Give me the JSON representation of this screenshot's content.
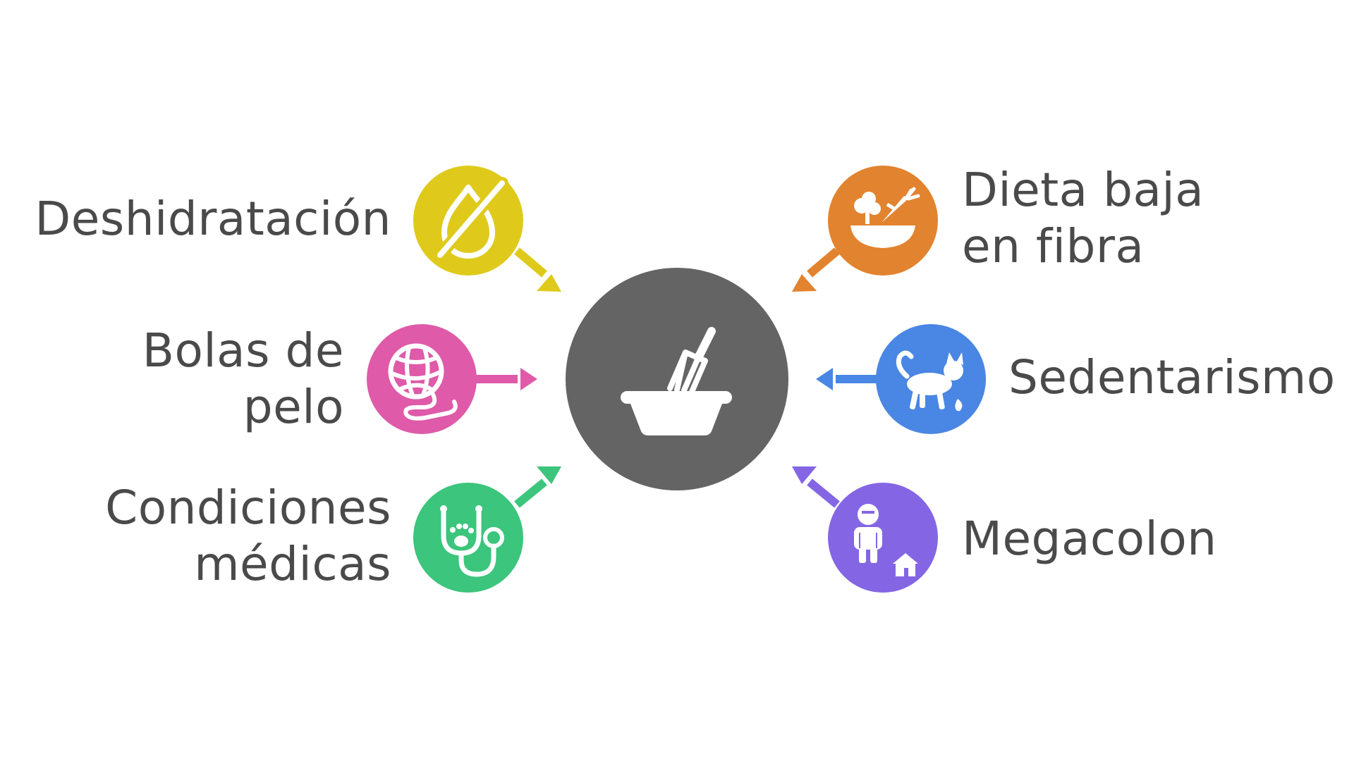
{
  "diagram": {
    "center": {
      "icon": "litter-box-scoop-icon",
      "color": "#646464"
    },
    "causes": [
      {
        "key": "deshidratacion",
        "lines": [
          "Deshidratación"
        ],
        "icon": "no-water-drop-icon",
        "color": "#dfca1c",
        "arrow_direction": "toward-center"
      },
      {
        "key": "bolas",
        "lines": [
          "Bolas de",
          "pelo"
        ],
        "icon": "yarn-ball-icon",
        "color": "#df5aa8",
        "arrow_direction": "toward-center"
      },
      {
        "key": "condiciones",
        "lines": [
          "Condiciones",
          "médicas"
        ],
        "icon": "vet-stethoscope-paw-icon",
        "color": "#3cc57c",
        "arrow_direction": "away-from-center"
      },
      {
        "key": "dieta",
        "lines": [
          "Dieta baja",
          "en fibra"
        ],
        "icon": "veggie-bowl-icon",
        "color": "#e2832f",
        "arrow_direction": "toward-center"
      },
      {
        "key": "sedentarismo",
        "lines": [
          "Sedentarismo"
        ],
        "icon": "walking-cat-icon",
        "color": "#4a86e3",
        "arrow_direction": "toward-center"
      },
      {
        "key": "megacolon",
        "lines": [
          "Megacolon"
        ],
        "icon": "person-home-icon",
        "color": "#8466e4",
        "arrow_direction": "toward-center"
      }
    ]
  }
}
